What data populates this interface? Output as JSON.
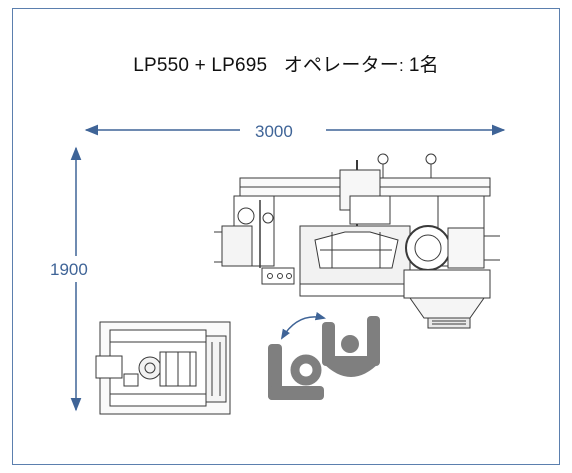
{
  "title": {
    "models": "LP550 + LP695",
    "operator_label": "オペレーター",
    "operator_count": "1名"
  },
  "dimensions": {
    "width": "3000",
    "height": "1900"
  },
  "colors": {
    "border": "#5b7fae",
    "dimension": "#3f6497",
    "operator": "#7f7f7f",
    "machine": "#3a3a3a"
  },
  "icons": {
    "operator": "operator-seated-icon",
    "rotate": "rotate-arrow-icon"
  }
}
